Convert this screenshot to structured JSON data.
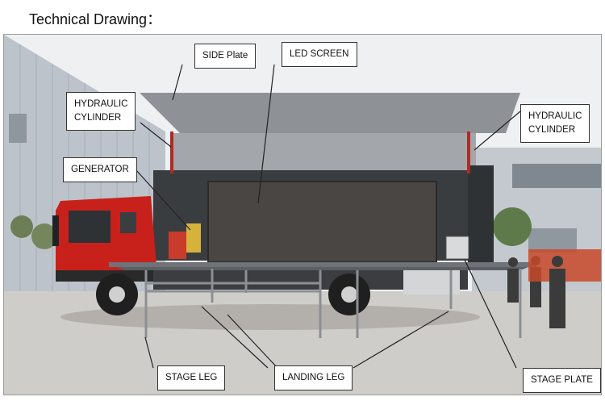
{
  "heading": "Technical Drawing：",
  "callouts": {
    "side_plate": "SIDE Plate",
    "led_screen": "LED SCREEN",
    "hydraulic_left": "HYDRAULIC\nCYLINDER",
    "hydraulic_right": "HYDRAULIC\nCYLINDER",
    "generator": "GENERATOR",
    "stage_leg": "STAGE LEG",
    "landing_leg": "LANDING LEG",
    "stage_plate": "STAGE PLATE"
  },
  "colors": {
    "truck_cab": "#c8211c",
    "led_screen": "#4a4644",
    "stage_frame": "#8c8f93",
    "sky": "#f2f3f4",
    "ground": "#c9c7c3"
  }
}
